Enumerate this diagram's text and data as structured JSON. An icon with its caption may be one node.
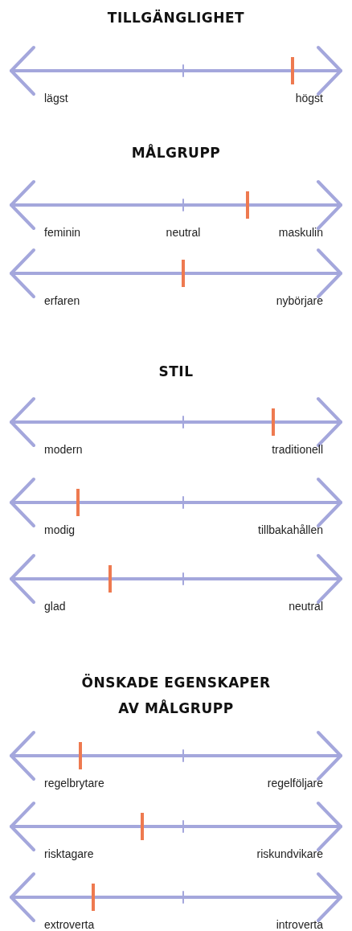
{
  "diagram": {
    "labels": [
      "TILLGÄNGLIGHET",
      "lägst",
      "högst",
      "MÅLGRUPP",
      "feminin",
      "neutral",
      "maskulin",
      "erfaren",
      "nybörjare",
      "STIL",
      "modern",
      "traditionell",
      "modig",
      "tillbakahållen",
      "glad",
      "neutral",
      "ÖNSKADE EGENSKAPER AV MÅLGRUPP",
      "regelbrytare",
      "regelföljare",
      "risktagare",
      "riskundvikare",
      "extroverta",
      "introverta"
    ]
  }
}
